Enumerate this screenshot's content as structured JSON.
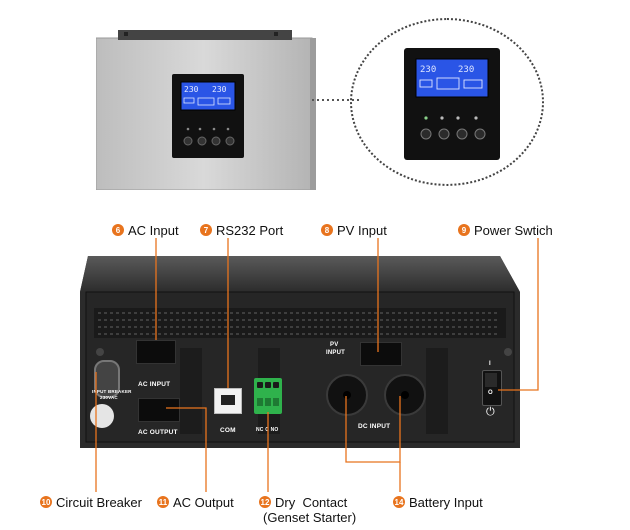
{
  "device": {
    "lcd_left_reading": "230",
    "lcd_right_reading": "230"
  },
  "rear_panel": {
    "ac_input_label": "AC INPUT",
    "ac_output_label": "AC OUTPUT",
    "com_label": "COM",
    "dry_contact_label": "NC C NO",
    "pv_input_label_line1": "PV",
    "pv_input_label_line2": "INPUT",
    "dc_input_label": "DC INPUT",
    "breaker_label_line1": "INPUT BREAKER",
    "breaker_label_line2": "230VAC",
    "switch_on_symbol": "I",
    "switch_off_symbol": "O"
  },
  "callouts": [
    {
      "number": "6",
      "label": "AC Input"
    },
    {
      "number": "7",
      "label": "RS232 Port"
    },
    {
      "number": "8",
      "label": "PV Input"
    },
    {
      "number": "9",
      "label": "Power Swtich"
    },
    {
      "number": "10",
      "label": "Circuit Breaker"
    },
    {
      "number": "11",
      "label": "AC Output"
    },
    {
      "number": "12",
      "label": "Dry  Contact",
      "sublabel": "(Genset Starter)"
    },
    {
      "number": "14",
      "label": "Battery Input"
    }
  ],
  "colors": {
    "badge": "#e8741e",
    "leader_line": "#e8741e",
    "lcd_backlight": "#2a55e6",
    "terminal_block": "#2fb24c",
    "housing_front": "#c9c9c9",
    "housing_rear": "#2a2a2a"
  }
}
